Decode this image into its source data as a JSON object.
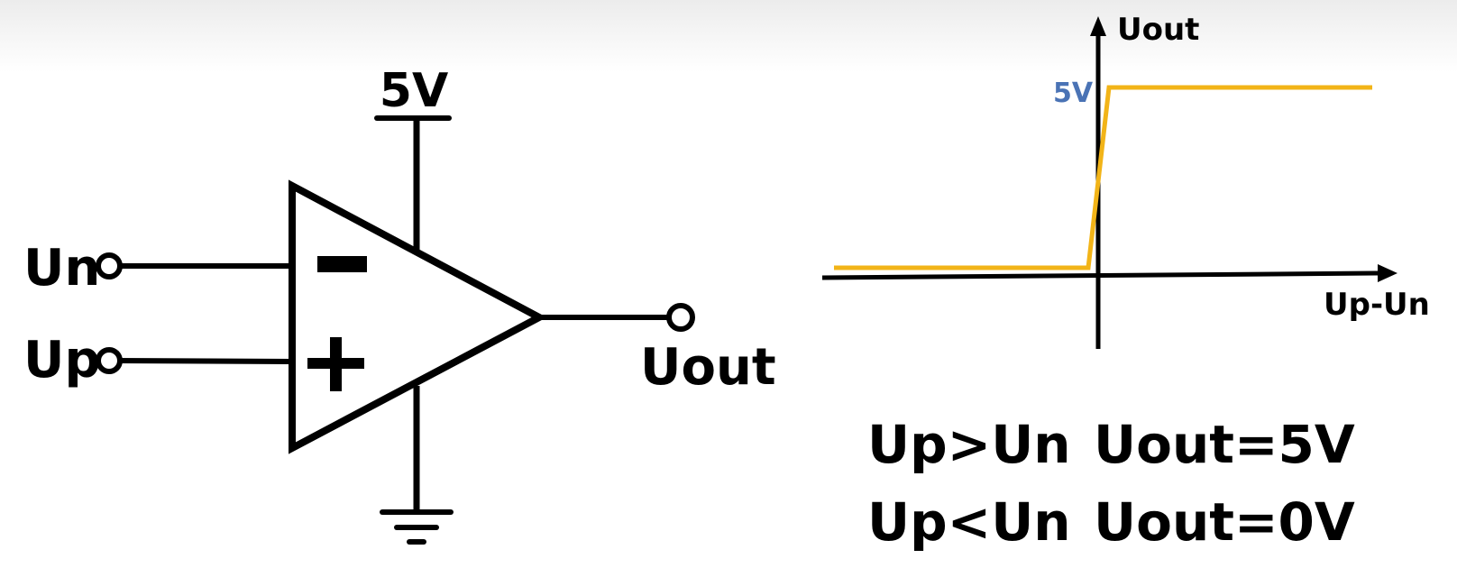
{
  "circuit": {
    "supply_label": "5V",
    "input_negative_label": "Un",
    "input_positive_label": "Up",
    "output_label": "Uout",
    "minus_sign": "−",
    "plus_sign": "+"
  },
  "graph": {
    "y_axis_label": "Uout",
    "x_axis_label": "Up-Un",
    "level_label": "5V",
    "level_label_color": "#4A73B5",
    "curve_color": "#F2B418"
  },
  "rules": [
    {
      "condition": "Up>Un",
      "result": "Uout=5V"
    },
    {
      "condition": "Up<Un",
      "result": "Uout=0V"
    }
  ]
}
